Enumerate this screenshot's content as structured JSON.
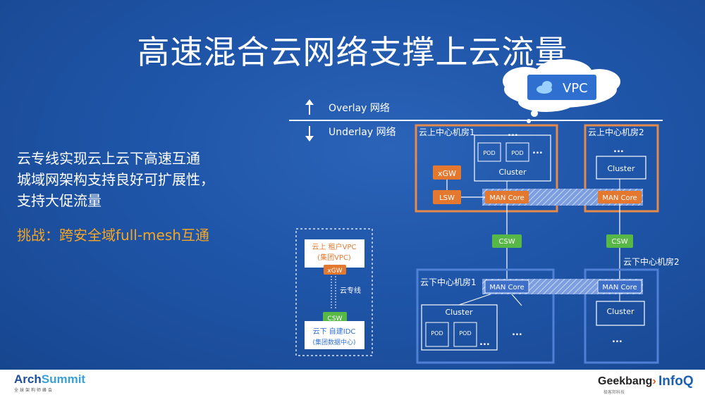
{
  "title": "高速混合云网络支撑上云流量",
  "left_text": {
    "line1": "云专线实现云上云下高速互通",
    "line2": "城域网架构支持良好可扩展性，",
    "line3": "支持大促流量",
    "challenge": "挑战：跨安全域full-mesh互通"
  },
  "diagram": {
    "cloud_label": "VPC",
    "overlay_label": "Overlay 网络",
    "underlay_label": "Underlay 网络",
    "dc_up1": "云上中心机房1",
    "dc_up2": "云上中心机房2",
    "dc_down1": "云下中心机房1",
    "dc_down2": "云下中心机房2",
    "pod": "POD",
    "cluster": "Cluster",
    "ellipsis": "...",
    "xgw": "xGW",
    "lsw": "LSW",
    "man_core": "MAN Core",
    "csw": "CSW",
    "legend_vpc_title": "云上 租户VPC",
    "legend_vpc_sub": "(集团VPC)",
    "legend_xgw": "xGW",
    "legend_line": "云专线",
    "legend_csw": "CSW",
    "legend_idc_title": "云下 自建IDC",
    "legend_idc_sub": "(集团数据中心)"
  },
  "footer": {
    "arch_a": "Arch",
    "arch_b": "Summit",
    "arch_sub": "全球架构师峰会",
    "geek_a": "Geek",
    "geek_b": "bang",
    "geek_x": "›",
    "geek_sub": "极客邦科技",
    "infoq": "InfoQ"
  },
  "colors": {
    "background": "#1f55a8",
    "orange": "#e5782f",
    "green": "#58b847",
    "challenge": "#f5a623",
    "man_core_blue": "#3d6fc9"
  }
}
